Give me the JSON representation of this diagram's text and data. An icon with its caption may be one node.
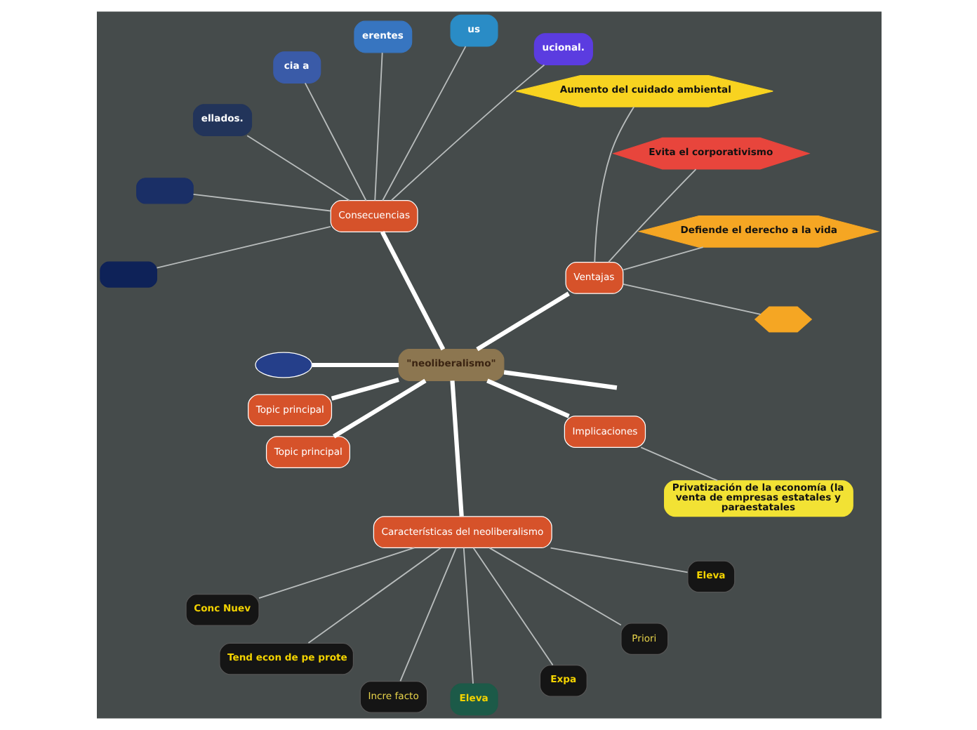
{
  "diagram": {
    "nodes": [
      {
        "text": [
          "\"neoliberalismo\""
        ]
      },
      {
        "text": [
          "Ventajas"
        ]
      },
      {
        "text": [],
        "shape": "hexagon"
      },
      {
        "text": [
          "Defiende el derecho a la vida"
        ]
      },
      {
        "text": [
          "Evita el corporativismo"
        ]
      },
      {
        "text": [
          "Aumento del cuidado ambiental"
        ]
      },
      {
        "text": [
          "Consecuencias"
        ]
      },
      {
        "text": [
          "ucional."
        ]
      },
      {
        "text": [
          "us"
        ]
      },
      {
        "text": [
          "erentes"
        ]
      },
      {
        "text": [
          "cia a"
        ]
      },
      {
        "text": [
          "ellados."
        ]
      },
      {
        "text": [],
        "shape": "box"
      },
      {
        "text": [],
        "shape": "box"
      },
      {
        "text": [],
        "shape": "ellipse"
      },
      {
        "text": [
          "Topic principal"
        ]
      },
      {
        "text": [
          "Topic principal"
        ]
      },
      {
        "text": [
          "Características del neoliberalismo"
        ]
      },
      {
        "text": [
          "Conc Nuev"
        ]
      },
      {
        "text": [
          "Tend econ de pe prote"
        ]
      },
      {
        "text": [
          "Incre facto"
        ]
      },
      {
        "text": [
          "Eleva"
        ]
      },
      {
        "text": [
          "Expa"
        ]
      },
      {
        "text": [
          "Priori"
        ]
      },
      {
        "text": [
          "Eleva"
        ]
      },
      {
        "text": [
          "Implicaciones"
        ]
      },
      {
        "text": [
          "Privatización de la economía (la venta de empresas estatales y paraestatales"
        ]
      }
    ],
    "edges": [
      {
        "from": 0,
        "to": 1,
        "arrow": "none",
        "style": "thick",
        "color": "#ffffff"
      },
      {
        "from": 1,
        "to": 2,
        "arrow": "none"
      },
      {
        "from": 1,
        "to": 3,
        "arrow": "none"
      },
      {
        "from": 1,
        "to": 4,
        "arrow": "none"
      },
      {
        "from": 1,
        "to": 5,
        "arrow": "none"
      },
      {
        "from": 0,
        "to": null,
        "arrow": "none",
        "style": "thick",
        "color": "#ffffff"
      },
      {
        "from": 0,
        "to": 14,
        "arrow": "none",
        "style": "thick",
        "color": "#ffffff"
      },
      {
        "from": 0,
        "to": 6,
        "arrow": "none",
        "style": "thick",
        "color": "#ffffff"
      },
      {
        "from": 6,
        "to": 7,
        "arrow": "none"
      },
      {
        "from": 6,
        "to": 8,
        "arrow": "none"
      },
      {
        "from": 6,
        "to": 9,
        "arrow": "none"
      },
      {
        "from": 6,
        "to": 10,
        "arrow": "none"
      },
      {
        "from": 6,
        "to": 11,
        "arrow": "none"
      },
      {
        "from": 6,
        "to": 12,
        "arrow": "none"
      },
      {
        "from": 6,
        "to": 13,
        "arrow": "none"
      },
      {
        "from": 0,
        "to": 17,
        "arrow": "none",
        "style": "thick",
        "color": "#ffffff"
      },
      {
        "from": 17,
        "to": 18,
        "arrow": "none"
      },
      {
        "from": 17,
        "to": 19,
        "arrow": "none"
      },
      {
        "from": 17,
        "to": 20,
        "arrow": "none"
      },
      {
        "from": 17,
        "to": 21,
        "arrow": "none"
      },
      {
        "from": 17,
        "to": 22,
        "arrow": "none"
      },
      {
        "from": 17,
        "to": 23,
        "arrow": "none"
      },
      {
        "from": 17,
        "to": 24,
        "arrow": "none"
      },
      {
        "from": 0,
        "to": 15,
        "arrow": "none",
        "style": "thick",
        "color": "#ffffff"
      },
      {
        "from": 0,
        "to": 16,
        "arrow": "none",
        "style": "thick",
        "color": "#ffffff"
      },
      {
        "from": 0,
        "to": 25,
        "arrow": "none",
        "style": "thick",
        "color": "#ffffff"
      },
      {
        "from": 25,
        "to": 26,
        "arrow": "none"
      }
    ]
  }
}
